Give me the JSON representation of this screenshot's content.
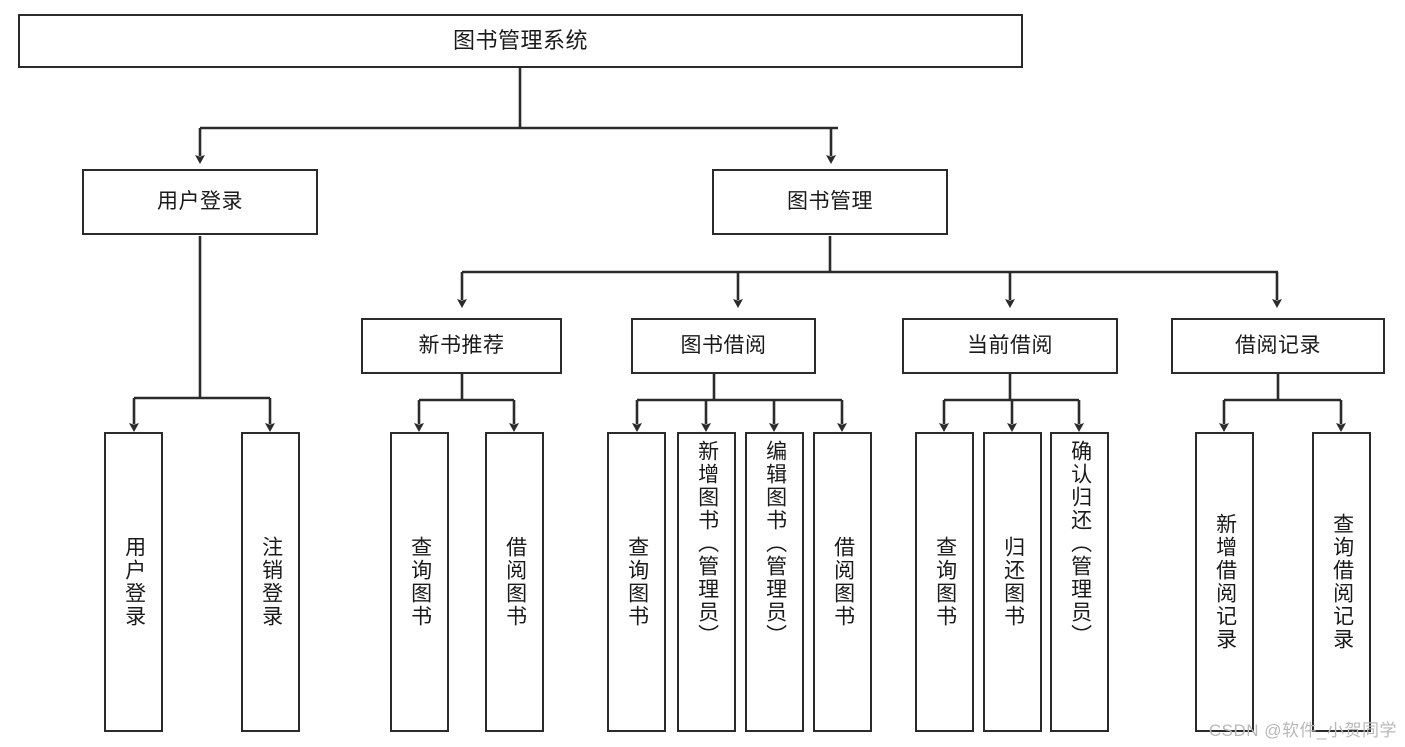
{
  "diagram": {
    "title": "图书管理系统",
    "watermark": "CSDN @软件_小贺同学",
    "colors": {
      "stroke": "#2b2b2b",
      "fill": "#ffffff",
      "text": "#1a1a1a",
      "watermark": "#b9b9b9"
    },
    "root": {
      "label": "图书管理系统"
    },
    "level2": [
      {
        "label": "用户登录"
      },
      {
        "label": "图书管理"
      }
    ],
    "level3": [
      {
        "label": "新书推荐"
      },
      {
        "label": "图书借阅"
      },
      {
        "label": "当前借阅"
      },
      {
        "label": "借阅记录"
      }
    ],
    "leaves": [
      {
        "label": "用户登录",
        "parent": "用户登录"
      },
      {
        "label": "注销登录",
        "parent": "用户登录"
      },
      {
        "label": "查询图书",
        "parent": "新书推荐"
      },
      {
        "label": "借阅图书",
        "parent": "新书推荐"
      },
      {
        "label": "查询图书",
        "parent": "图书借阅"
      },
      {
        "label": "新增图书（管理员）",
        "parent": "图书借阅"
      },
      {
        "label": "编辑图书（管理员）",
        "parent": "图书借阅"
      },
      {
        "label": "借阅图书",
        "parent": "图书借阅"
      },
      {
        "label": "查询图书",
        "parent": "当前借阅"
      },
      {
        "label": "归还图书",
        "parent": "当前借阅"
      },
      {
        "label": "确认归还（管理员）",
        "parent": "当前借阅"
      },
      {
        "label": "新增借阅记录",
        "parent": "借阅记录"
      },
      {
        "label": "查询借阅记录",
        "parent": "借阅记录"
      }
    ]
  }
}
